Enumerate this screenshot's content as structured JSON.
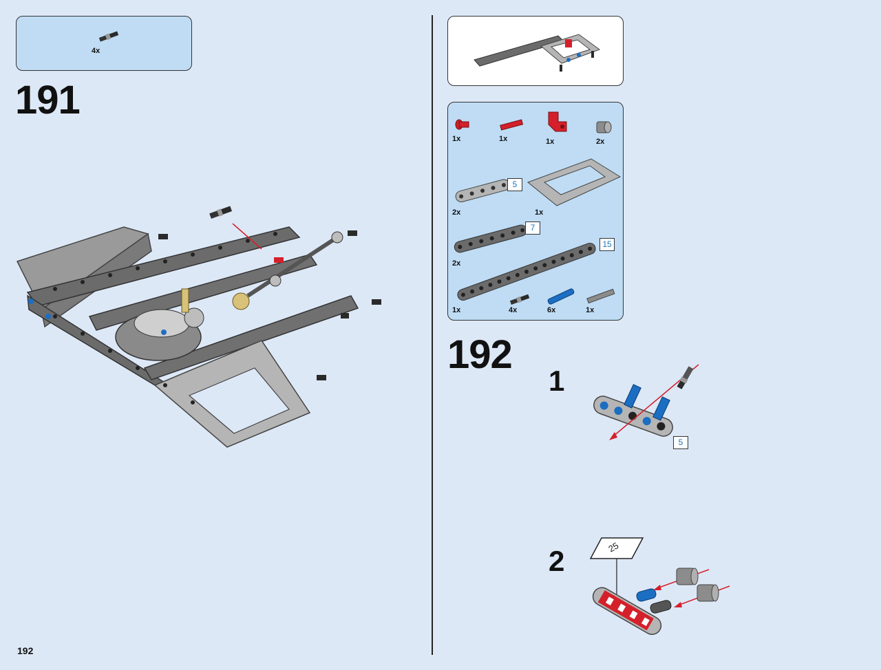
{
  "page": {
    "number": "192"
  },
  "step191": {
    "number": "191",
    "parts": [
      {
        "name": "axle-pin-with-friction",
        "qty": "4x"
      }
    ]
  },
  "step192": {
    "number": "192",
    "parts_row1": [
      {
        "name": "red-pin-bush",
        "qty": "1x",
        "color": "#d4202a"
      },
      {
        "name": "red-axle-3",
        "qty": "1x",
        "color": "#d4202a"
      },
      {
        "name": "red-angle-connector",
        "qty": "1x",
        "color": "#d4202a"
      },
      {
        "name": "gray-bush",
        "qty": "2x",
        "color": "#8c8c8c"
      }
    ],
    "parts_row2": [
      {
        "name": "beam-5",
        "qty": "2x",
        "length": "5"
      },
      {
        "name": "frame-5x7",
        "qty": "1x"
      }
    ],
    "parts_row3": [
      {
        "name": "beam-7",
        "qty": "2x",
        "length": "7"
      }
    ],
    "parts_row4": [
      {
        "name": "beam-15",
        "qty": "1x",
        "length": "15"
      },
      {
        "name": "axle-pin",
        "qty": "4x"
      },
      {
        "name": "blue-axle-pin",
        "qty": "6x",
        "color": "#1b6ec2"
      },
      {
        "name": "gray-axle",
        "qty": "1x"
      }
    ],
    "substeps": [
      {
        "number": "1",
        "beam_length": "5"
      },
      {
        "number": "2",
        "sticker": "25"
      }
    ]
  },
  "colors": {
    "background": "#dde8f7",
    "callout_blue": "#bfdcf4",
    "beam_dark": "#6b6b6b",
    "beam_light": "#b5b5b5",
    "red": "#d4202a",
    "blue": "#1b6ec2",
    "tan": "#d8c27a"
  }
}
